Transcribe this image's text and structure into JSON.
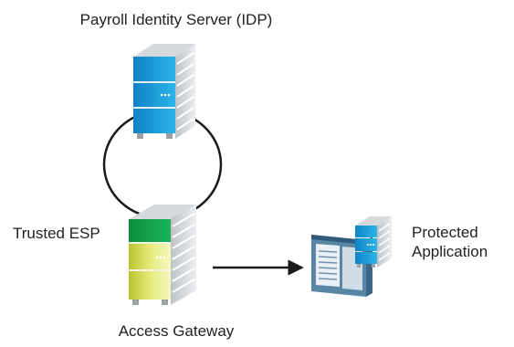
{
  "labels": {
    "idp": "Payroll Identity Server (IDP)",
    "trusted_esp": "Trusted ESP",
    "access_gateway": "Access Gateway",
    "protected_app_line1": "Protected",
    "protected_app_line2": "Application"
  },
  "colors": {
    "idp_server": "#1ba0dc",
    "esp_band": "#13a04a",
    "gateway_server": "#c9d34a",
    "app_server": "#1ba0dc",
    "app_window": "#4d7a9b",
    "connector": "#1a1a1a"
  },
  "icons": {
    "idp": "server-rack-icon",
    "gateway": "server-rack-icon",
    "application": "application-window-icon"
  }
}
